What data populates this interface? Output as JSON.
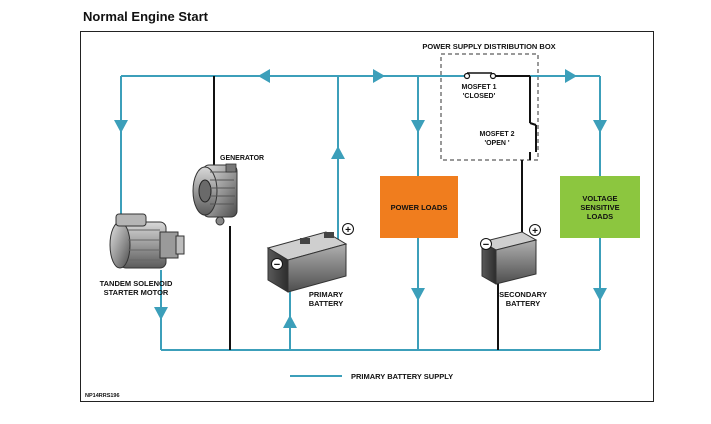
{
  "title": "Normal Engine Start",
  "colors": {
    "wire": "#3c9fba",
    "power_loads": "#f07d1e",
    "voltage_sensitive": "#8cc63f",
    "black_wire": "#111111"
  },
  "labels": {
    "distribution_box": "POWER SUPPLY DISTRIBUTION BOX",
    "mosfet1_line1": "MOSFET 1",
    "mosfet1_line2": "'CLOSED'",
    "mosfet2_line1": "MOSFET 2",
    "mosfet2_line2": "'OPEN '",
    "generator": "GENERATOR",
    "power_loads": "POWER LOADS",
    "voltage_line1": "VOLTAGE",
    "voltage_line2": "SENSITIVE",
    "voltage_line3": "LOADS",
    "starter_line1": "TANDEM SOLENOID",
    "starter_line2": "STARTER MOTOR",
    "primary_line1": "PRIMARY",
    "primary_line2": "BATTERY",
    "secondary_line1": "SECONDARY",
    "secondary_line2": "BATTERY",
    "plus": "+",
    "minus": "−",
    "legend": "PRIMARY BATTERY SUPPLY",
    "ref_code": "NP14RRS196"
  },
  "icons": [
    "starter-motor-icon",
    "generator-icon",
    "battery-icon",
    "arrow-icon",
    "switch-icon"
  ]
}
